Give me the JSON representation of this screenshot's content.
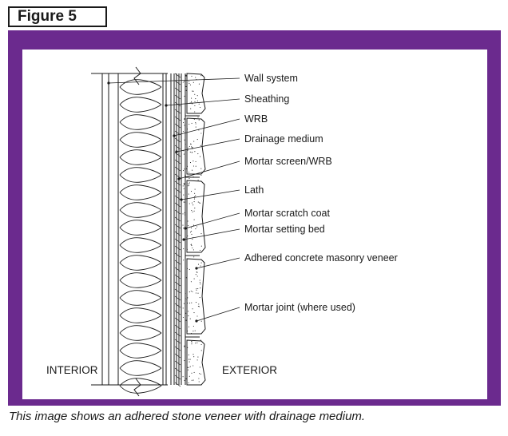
{
  "figure_label": "Figure 5",
  "side_labels": {
    "interior": "INTERIOR",
    "exterior": "EXTERIOR"
  },
  "callouts": [
    {
      "key": "wall-system",
      "text": "Wall system"
    },
    {
      "key": "sheathing",
      "text": "Sheathing"
    },
    {
      "key": "wrb",
      "text": "WRB"
    },
    {
      "key": "drainage-medium",
      "text": "Drainage medium"
    },
    {
      "key": "mortar-screen-wrb",
      "text": "Mortar screen/WRB"
    },
    {
      "key": "lath",
      "text": "Lath"
    },
    {
      "key": "mortar-scratch-coat",
      "text": "Mortar scratch coat"
    },
    {
      "key": "mortar-setting-bed",
      "text": "Mortar setting bed"
    },
    {
      "key": "adhered-veneer",
      "text": "Adhered concrete masonry veneer"
    },
    {
      "key": "mortar-joint",
      "text": "Mortar joint (where used)"
    }
  ],
  "caption": "This image shows an adhered stone veneer with drainage medium.",
  "colors": {
    "frame": "#6b2a8e",
    "ink": "#1a1a1a"
  }
}
